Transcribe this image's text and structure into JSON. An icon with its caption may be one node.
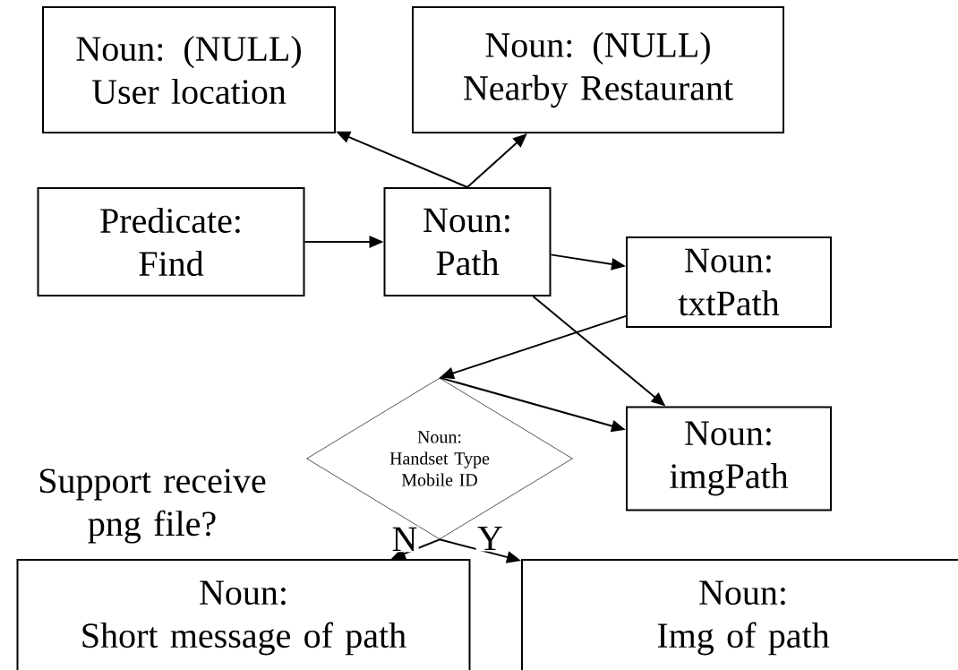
{
  "diagram": {
    "nodes": [
      {
        "text": [
          "Noun: (NULL)",
          "User location"
        ]
      },
      {
        "text": [
          "Noun: (NULL)",
          "Nearby Restaurant"
        ]
      },
      {
        "text": [
          "Predicate:",
          "Find"
        ]
      },
      {
        "text": [
          "Noun:",
          "Path"
        ]
      },
      {
        "text": [
          "Noun:",
          "txtPath"
        ]
      },
      {
        "text": [
          "Noun:",
          "Handset Type Mobile ID"
        ]
      },
      {
        "text": [
          "Noun:",
          "imgPath"
        ]
      },
      {
        "text": [
          "Noun:",
          "Short message of path"
        ]
      },
      {
        "text": [
          "Noun:",
          "Img of path"
        ]
      }
    ],
    "edges": [
      {
        "from": 3,
        "to": 0,
        "arrow": "to"
      },
      {
        "from": 3,
        "to": 1,
        "arrow": "to"
      },
      {
        "from": 2,
        "to": 3,
        "arrow": "to"
      },
      {
        "from": 3,
        "to": 4,
        "arrow": "to"
      },
      {
        "from": 3,
        "to": 6,
        "arrow": "to"
      },
      {
        "from": 4,
        "to": 5,
        "arrow": "to"
      },
      {
        "from": 5,
        "to": 6,
        "arrow": "to"
      },
      {
        "from": 5,
        "to": 7,
        "arrow": "to",
        "label": "N"
      },
      {
        "from": 5,
        "to": 8,
        "arrow": "to",
        "label": "Y"
      }
    ],
    "labels": [
      "Support receive png file?"
    ]
  }
}
